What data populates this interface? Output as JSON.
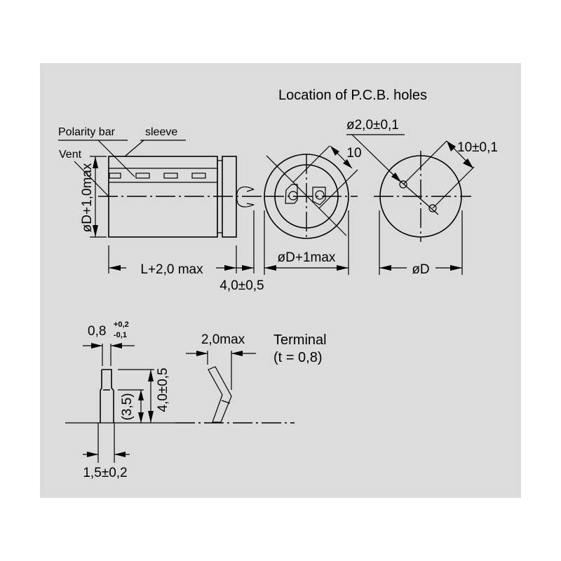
{
  "title": "Location of P.C.B. holes",
  "side_view": {
    "polarity_bar": "Polarity bar",
    "sleeve": "sleeve",
    "vent": "Vent",
    "diameter_dim": "øD+1,0max",
    "length_dim": "L+2,0 max",
    "terminal_dim": "4,0±0,5"
  },
  "front_view": {
    "pitch_dim": "10",
    "diameter_dim": "øD+1max"
  },
  "pcb_view": {
    "hole_dim": "ø2,0±0,1",
    "pitch_dim": "10±0,1",
    "diameter_dim": "øD"
  },
  "terminal_detail": {
    "width_main": "0,8",
    "width_tol_plus": "+0,2",
    "width_tol_minus": "-0,1",
    "height_dim": "4,0±0,5",
    "ref_height": "(3,5)",
    "base_width": "1,5±0,2",
    "bend_dim": "2,0max",
    "label": "Terminal",
    "thickness": "(t = 0,8)"
  },
  "colors": {
    "panel": "#dcdcdc",
    "ink": "#000000"
  }
}
